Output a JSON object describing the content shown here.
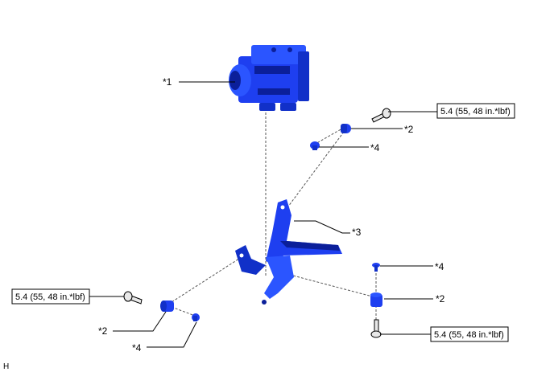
{
  "callouts": {
    "c1": "*1",
    "c2_top": "*2",
    "c4_top": "*4",
    "c3": "*3",
    "c4_right": "*4",
    "c2_right": "*2",
    "c2_left": "*2",
    "c4_left": "*4"
  },
  "torque": {
    "top": "5.4 (55, 48 in.*lbf)",
    "left": "5.4 (55, 48 in.*lbf)",
    "right": "5.4 (55, 48 in.*lbf)"
  },
  "corner_mark": "H",
  "colors": {
    "part_blue": "#1e3ff0",
    "leader": "#000000",
    "dashed": "#555555"
  }
}
